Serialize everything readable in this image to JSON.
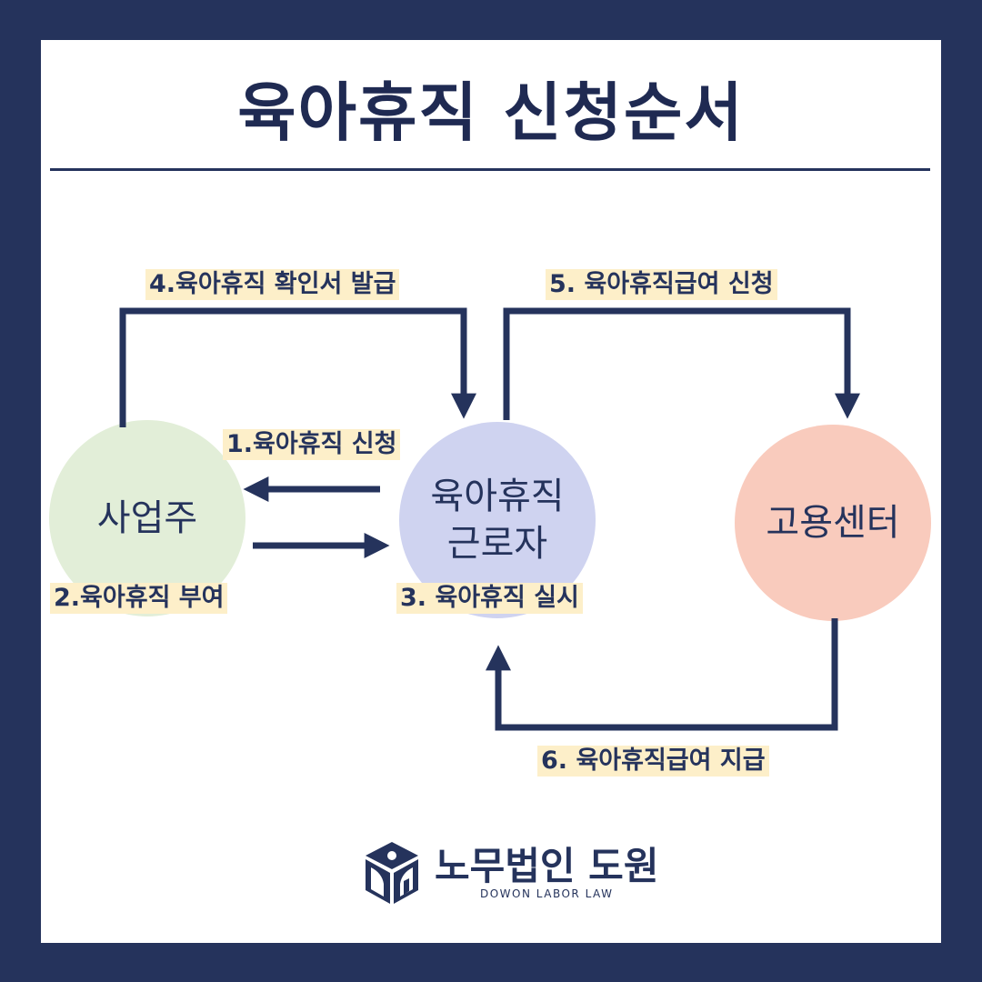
{
  "title": "육아휴직 신청순서",
  "nodes": {
    "employer": "사업주",
    "worker_line1": "육아휴직",
    "worker_line2": "근로자",
    "center": "고용센터"
  },
  "steps": [
    "1.육아휴직 신청",
    "2.육아휴직 부여",
    "3. 육아휴직 실시",
    "4.육아휴직 확인서 발급",
    "5. 육아휴직급여 신청",
    "6. 육아휴직급여 지급"
  ],
  "logo": {
    "name_ko": "노무법인 도원",
    "name_en": "DOWON LABOR LAW"
  },
  "colors": {
    "navy": "#25335c",
    "employer": "#e2eed8",
    "worker": "#cfd3f0",
    "center": "#f9cbbd",
    "highlight": "#fdefc9"
  }
}
